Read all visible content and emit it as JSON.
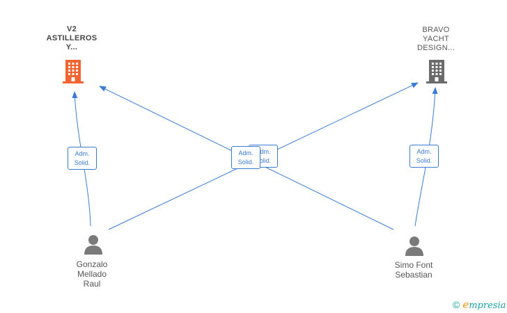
{
  "colors": {
    "edge": "#3a7bd5",
    "company_active": "#f26531",
    "company_inactive": "#6b6b6b",
    "person": "#7a7a7a",
    "brand_e": "#f39200",
    "brand_text": "#1aa3a3"
  },
  "companies": [
    {
      "id": "v2",
      "label": "V2\nASTILLEROS\nY...",
      "icon": "building-icon",
      "status": "active"
    },
    {
      "id": "bravo",
      "label": "BRAVO\nYACHT\nDESIGN...",
      "icon": "building-icon",
      "status": "inactive"
    }
  ],
  "people": [
    {
      "id": "gonzalo",
      "label": "Gonzalo\nMellado\nRaul",
      "icon": "person-icon"
    },
    {
      "id": "simo",
      "label": "Simo Font\nSebastian",
      "icon": "person-icon"
    }
  ],
  "relations": [
    {
      "from": "gonzalo",
      "to": "v2",
      "role_line1": "Adm.",
      "role_line2": "Solid."
    },
    {
      "from": "gonzalo",
      "to": "bravo",
      "role_line1": "Adm.",
      "role_line2": "Solid."
    },
    {
      "from": "simo",
      "to": "v2",
      "role_line1": "Adm.",
      "role_line2": "Solid."
    },
    {
      "from": "simo",
      "to": "bravo",
      "role_line1": "Adm.",
      "role_line2": "Solid."
    }
  ],
  "brand": {
    "copyright": "©",
    "logo_initial": "e",
    "logo_rest": "mpresia"
  }
}
